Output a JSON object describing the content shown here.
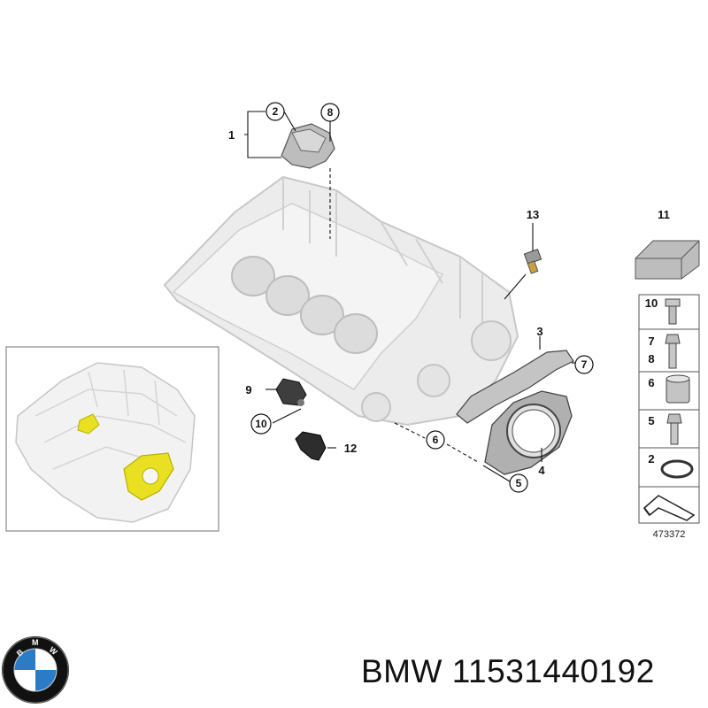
{
  "diagram": {
    "callouts": {
      "c1": "1",
      "c2": "2",
      "c3": "3",
      "c4": "4",
      "c5": "5",
      "c6": "6",
      "c7": "7",
      "c8": "8",
      "c9": "9",
      "c10": "10",
      "c11": "11",
      "c12": "12",
      "c13": "13"
    },
    "legend": {
      "items": [
        {
          "label": "11"
        },
        {
          "label": "10"
        },
        {
          "label": "7"
        },
        {
          "label": "8"
        },
        {
          "label": "6"
        },
        {
          "label": "5"
        },
        {
          "label": "2"
        }
      ],
      "ref_number": "473372"
    },
    "inset": {
      "highlight_color": "#e8e020"
    }
  },
  "footer": {
    "logo_letters": "BMW",
    "brand": "BMW",
    "part_number": "11531440192",
    "logo_colors": {
      "blue": "#2b7cc7",
      "black": "#111111"
    }
  }
}
